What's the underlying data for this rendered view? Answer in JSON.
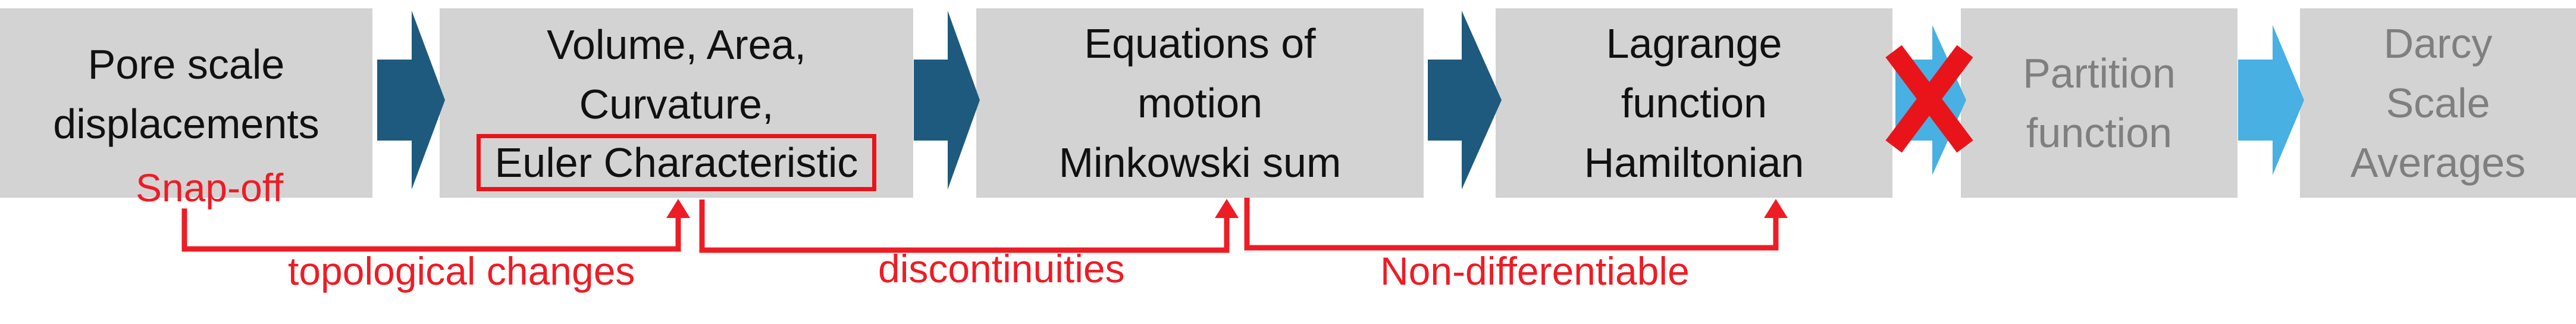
{
  "colors": {
    "box_fill": "#d3d3d3",
    "active_arrow": "#1d5a7e",
    "inactive_arrow": "#48b0e2",
    "highlight_red": "#ee1c25"
  },
  "steps": [
    {
      "lines": [
        "Pore scale",
        "displacements"
      ]
    },
    {
      "lines": [
        "Volume, Area,",
        "Curvature,"
      ],
      "highlighted_line": "Euler Characteristic"
    },
    {
      "lines": [
        "Equations of",
        "motion",
        "Minkowski sum"
      ]
    },
    {
      "lines": [
        "Lagrange",
        "function",
        "Hamiltonian"
      ]
    },
    {
      "lines": [
        "Partition",
        "function"
      ],
      "faded": true
    },
    {
      "lines": [
        "Darcy",
        "Scale",
        "Averages"
      ],
      "faded": true
    }
  ],
  "annotations": {
    "snap_off": "Snap-off",
    "topological": "topological changes",
    "discontinuities": "discontinuities",
    "nondiff": "Non-differentiable"
  },
  "icons": {
    "blocked": "red-x-icon",
    "flow": "chevron-arrow-icon"
  }
}
